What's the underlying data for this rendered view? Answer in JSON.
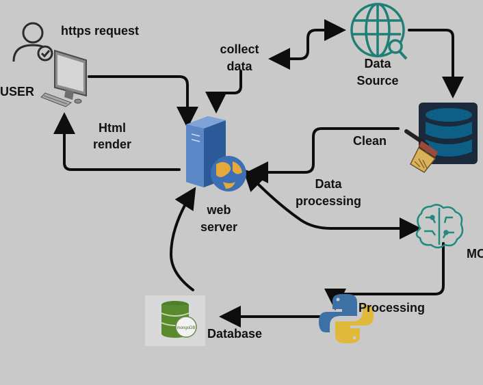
{
  "labels": {
    "https_request": "https request",
    "user": "USER",
    "html_render_1": "Html",
    "html_render_2": "render",
    "collect_1": "collect",
    "collect_2": "data",
    "data_source_1": "Data",
    "data_source_2": "Source",
    "clean": "Clean",
    "data_processing_1": "Data",
    "data_processing_2": "processing",
    "web_server_1": "web",
    "web_server_2": "server",
    "ml_cut": "MC",
    "processing": "Processing",
    "database": "Database"
  },
  "db_logo_text": "mongoDB",
  "colors": {
    "background": "#c9c9c9",
    "arrow": "#0d0d0d",
    "globe_teal": "#1f7f77",
    "db_blue": "#0d5f86",
    "db_bg": "#1a2a3a",
    "python_blue": "#3d71a6",
    "python_yellow": "#e0b93c",
    "db_green": "#5a8a2e",
    "server_blue": "#3d6fb5"
  }
}
